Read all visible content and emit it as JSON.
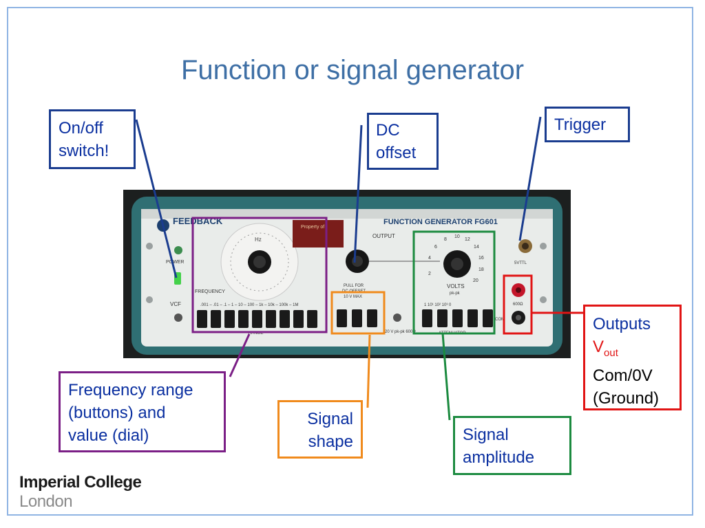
{
  "title": "Function or signal generator",
  "callouts": {
    "on_off": {
      "line1": "On/off",
      "line2": "switch!"
    },
    "dc_offset": {
      "line1": "DC",
      "line2": "offset"
    },
    "trigger": {
      "text": "Trigger"
    },
    "outputs": {
      "line1": "Outputs",
      "vout_v": "V",
      "vout_sub": "out",
      "line3": "Com/0V",
      "line4": "(Ground)"
    },
    "freq_range": {
      "line1": "Frequency range",
      "line2": "(buttons) and",
      "line3": "value (dial)"
    },
    "signal_shape": {
      "line1": "Signal",
      "line2": "shape"
    },
    "signal_amplitude": {
      "line1": "Signal",
      "line2": "amplitude"
    }
  },
  "device": {
    "brand": "FEEDBACK",
    "model": "FUNCTION   GENERATOR   FG601",
    "power": "POWER",
    "frequency": "FREQUENCY",
    "hz": "Hz",
    "vcf": "VCF",
    "range_scale": ".001 – .01 – .1 – 1 – 10 – 100 – 1k – 10k – 100k – 1M",
    "range": "RANGE",
    "output": "OUTPUT",
    "pull_for": "PULL FOR",
    "dc_offset": "DC OFFSET",
    "max": "10 V  MAX",
    "volts": "VOLTS",
    "pkpk": "pk-pk",
    "vpkpk": "20 V pk-pk 600Ω",
    "attenuator_scale": "1   10¹   10²   10³   0",
    "attenuator": "ATTENUATOR",
    "sync": "5VTTL",
    "ohms": "600Ω",
    "com": "COM",
    "property": "Property of",
    "dial_numbers": [
      "2",
      "4",
      "6",
      "8",
      "10",
      "12",
      "14",
      "16",
      "18",
      "20"
    ]
  },
  "logo": {
    "line1": "Imperial College",
    "line2": "London"
  },
  "colors": {
    "title": "#3e6fa5",
    "callout_text": "#0a2fa0",
    "blue_border": "#1a3c8f",
    "purple_border": "#7b1f86",
    "orange_border": "#f08a1c",
    "green_border": "#1b8a3f",
    "red_border": "#e11414",
    "panel": "#e9ecea",
    "case": "#2f6f73"
  }
}
